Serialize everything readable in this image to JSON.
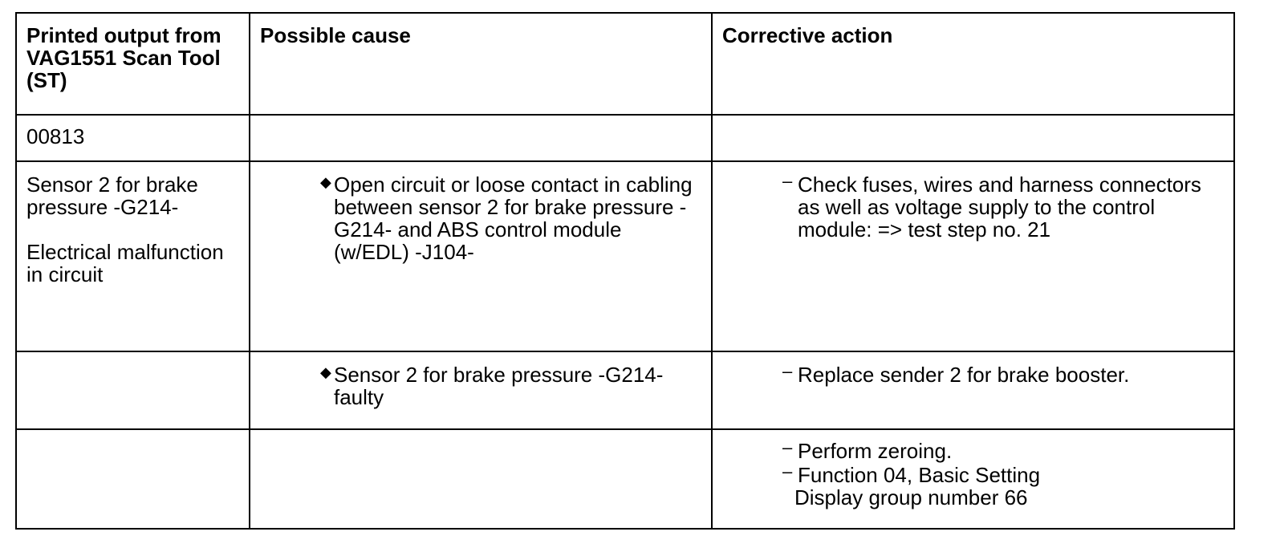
{
  "headers": {
    "col1": "Printed output from VAG1551 Scan Tool (ST)",
    "col2": "Possible cause",
    "col3": "Corrective action"
  },
  "rows": [
    {
      "code": "00813"
    },
    {
      "printed_1": "Sensor 2 for brake pressure -G214-",
      "printed_2": "Electrical malfunction in circuit",
      "cause": "Open circuit or loose contact in cabling between sensor 2 for brake pressure -G214- and ABS control module (w/EDL) -J104-",
      "action": "Check fuses, wires and harness connectors as well as voltage supply to the control module: => test step no. 21"
    },
    {
      "cause": "Sensor 2 for brake pressure -G214- faulty",
      "action": "Replace sender 2 for brake booster."
    },
    {
      "action_1": "Perform zeroing.",
      "action_2": "Function 04, Basic Setting",
      "action_3": "Display group number 66"
    }
  ],
  "glyphs": {
    "bullet": "◆",
    "dash": "–"
  }
}
